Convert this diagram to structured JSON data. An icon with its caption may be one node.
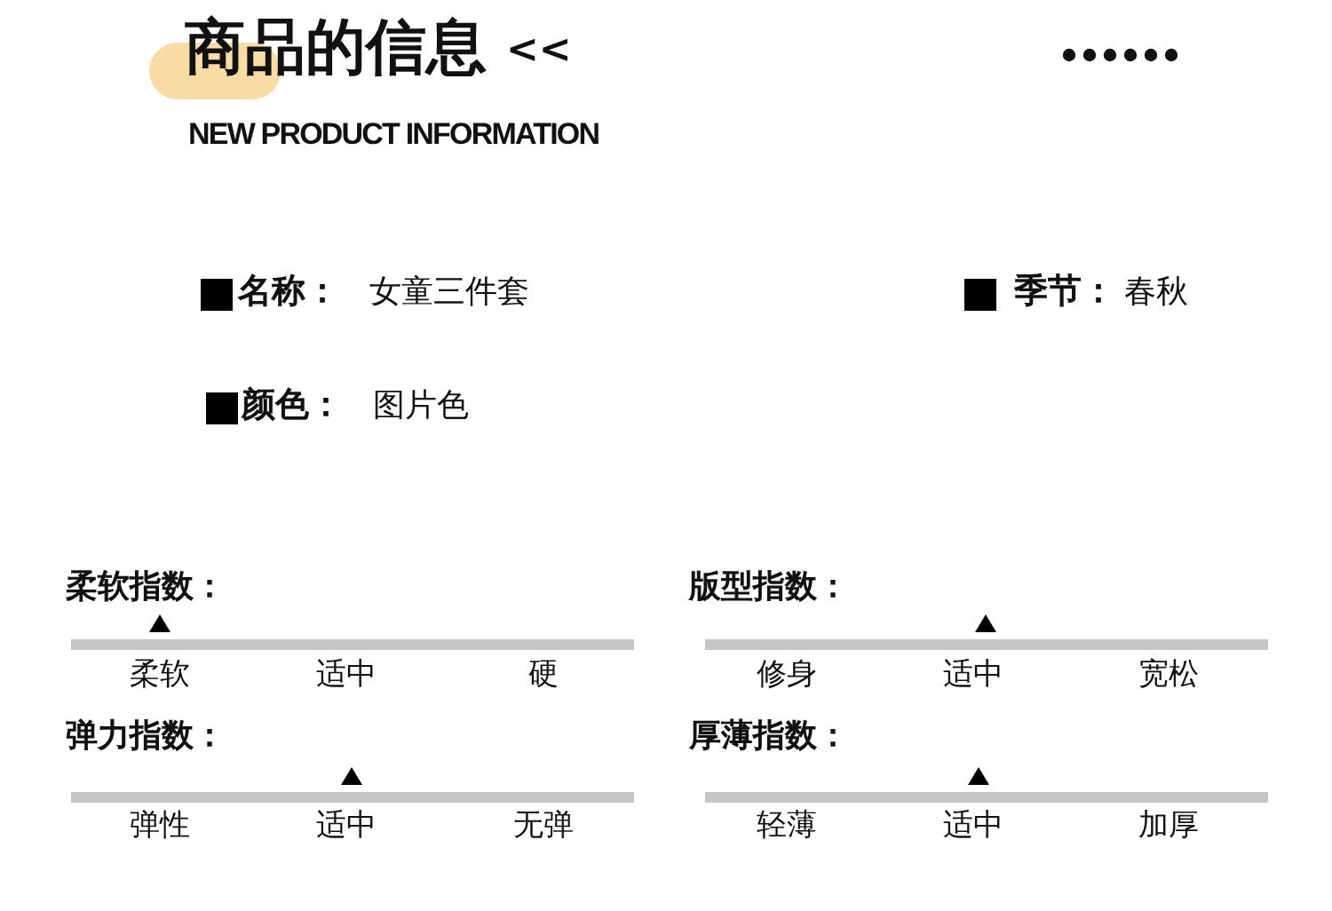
{
  "diagram": {
    "title": "商品的信息",
    "labels": [
      "<<",
      "NEW PRODUCT INFORMATION",
      "名称：",
      "女童三件套",
      "季节：",
      "春秋",
      "颜色：",
      "图片色",
      "柔软指数：",
      "版型指数：",
      "柔软",
      "适中",
      "硬",
      "修身",
      "适中",
      "宽松",
      "弹力指数：",
      "厚薄指数：",
      "弹性",
      "适中",
      "无弹",
      "轻薄",
      "适中",
      "加厚"
    ]
  }
}
